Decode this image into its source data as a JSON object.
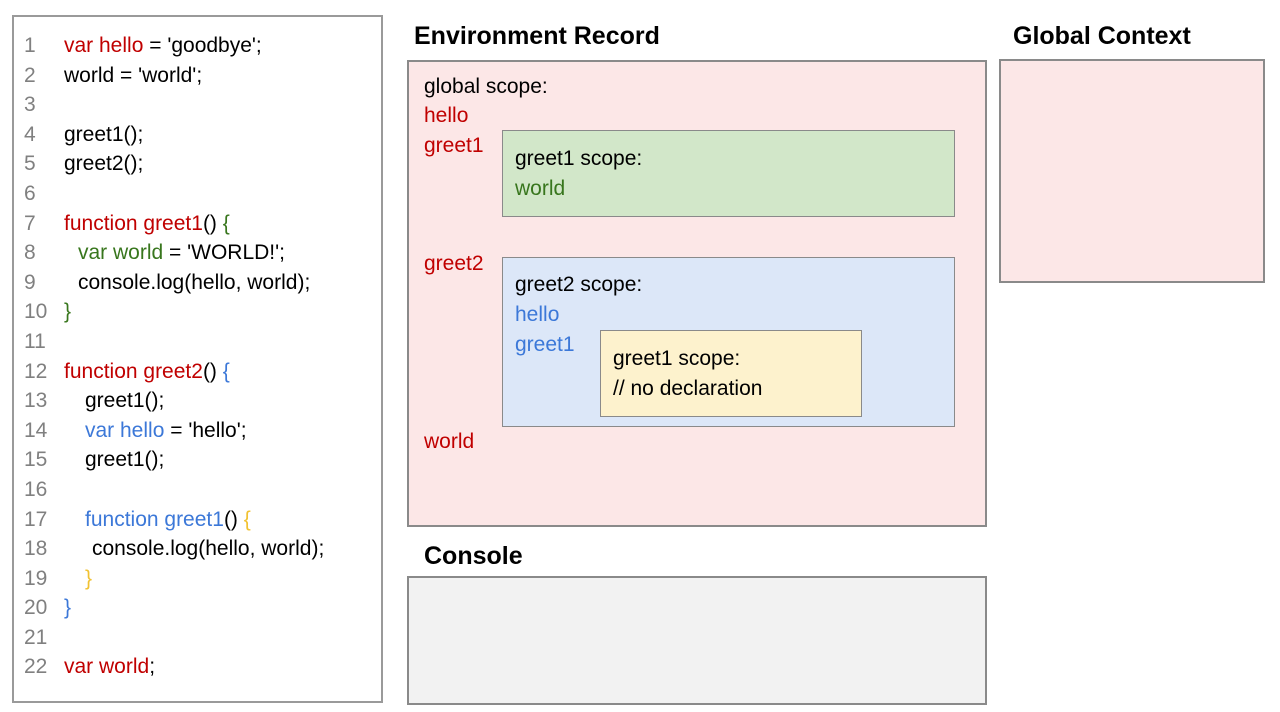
{
  "palette": {
    "red": "#c00000",
    "green": "#38761d",
    "blue": "#3c78d8",
    "yellow": "#f1c232",
    "black": "#000000",
    "line_number_grey": "#808080",
    "pink_fill": "#fce7e7",
    "green_fill": "#d2e7c9",
    "blue_fill": "#dce7f8",
    "yellow_fill": "#fdf2cd",
    "console_fill": "#f2f2f2",
    "border_grey": "#8a8a8a"
  },
  "code_panel": {
    "lines": [
      {
        "n": "1",
        "ind": 0,
        "segs": [
          {
            "t": "var hello",
            "c": "red"
          },
          {
            "t": " = 'goodbye';",
            "c": "black"
          }
        ]
      },
      {
        "n": "2",
        "ind": 0,
        "segs": [
          {
            "t": "world = 'world';",
            "c": "black"
          }
        ]
      },
      {
        "n": "3",
        "ind": 0,
        "segs": []
      },
      {
        "n": "4",
        "ind": 0,
        "segs": [
          {
            "t": "greet1();",
            "c": "black"
          }
        ]
      },
      {
        "n": "5",
        "ind": 0,
        "segs": [
          {
            "t": "greet2();",
            "c": "black"
          }
        ]
      },
      {
        "n": "6",
        "ind": 0,
        "segs": []
      },
      {
        "n": "7",
        "ind": 0,
        "segs": [
          {
            "t": "function greet1",
            "c": "red"
          },
          {
            "t": "() ",
            "c": "black"
          },
          {
            "t": "{",
            "c": "green"
          }
        ]
      },
      {
        "n": "8",
        "ind": 1,
        "segs": [
          {
            "t": "var world",
            "c": "green"
          },
          {
            "t": " = 'WORLD!';",
            "c": "black"
          }
        ]
      },
      {
        "n": "9",
        "ind": 1,
        "segs": [
          {
            "t": "console.log(hello, world);",
            "c": "black"
          }
        ]
      },
      {
        "n": "10",
        "ind": 0,
        "segs": [
          {
            "t": "}",
            "c": "green"
          }
        ]
      },
      {
        "n": "11",
        "ind": 0,
        "segs": []
      },
      {
        "n": "12",
        "ind": 0,
        "segs": [
          {
            "t": "function greet2",
            "c": "red"
          },
          {
            "t": "() ",
            "c": "black"
          },
          {
            "t": "{",
            "c": "blue"
          }
        ]
      },
      {
        "n": "13",
        "ind": 1.5,
        "segs": [
          {
            "t": "greet1();",
            "c": "black"
          }
        ]
      },
      {
        "n": "14",
        "ind": 1.5,
        "segs": [
          {
            "t": "var hello",
            "c": "blue"
          },
          {
            "t": " = 'hello';",
            "c": "black"
          }
        ]
      },
      {
        "n": "15",
        "ind": 1.5,
        "segs": [
          {
            "t": "greet1();",
            "c": "black"
          }
        ]
      },
      {
        "n": "16",
        "ind": 0,
        "segs": []
      },
      {
        "n": "17",
        "ind": 1.5,
        "segs": [
          {
            "t": "function greet1",
            "c": "blue"
          },
          {
            "t": "() ",
            "c": "black"
          },
          {
            "t": "{",
            "c": "yellow"
          }
        ]
      },
      {
        "n": "18",
        "ind": 2,
        "segs": [
          {
            "t": "console.log(hello, world);",
            "c": "black"
          }
        ]
      },
      {
        "n": "19",
        "ind": 1.5,
        "segs": [
          {
            "t": "}",
            "c": "yellow"
          }
        ]
      },
      {
        "n": "20",
        "ind": 0,
        "segs": [
          {
            "t": "}",
            "c": "blue"
          }
        ]
      },
      {
        "n": "21",
        "ind": 0,
        "segs": []
      },
      {
        "n": "22",
        "ind": 0,
        "segs": [
          {
            "t": "var world",
            "c": "red"
          },
          {
            "t": ";",
            "c": "black"
          }
        ]
      }
    ]
  },
  "environment_record": {
    "title": "Environment Record",
    "global_scope_label": "global scope:",
    "global_vars": [
      "hello",
      "greet1",
      "greet2",
      "world"
    ],
    "greet1_box": {
      "label": "greet1 scope:",
      "vars": [
        "world"
      ]
    },
    "greet2_box": {
      "label": "greet2 scope:",
      "vars": [
        "hello",
        "greet1"
      ],
      "inner": {
        "label": "greet1 scope:",
        "comment": "// no declaration"
      }
    }
  },
  "global_context": {
    "title": "Global Context"
  },
  "console_panel": {
    "title": "Console"
  }
}
